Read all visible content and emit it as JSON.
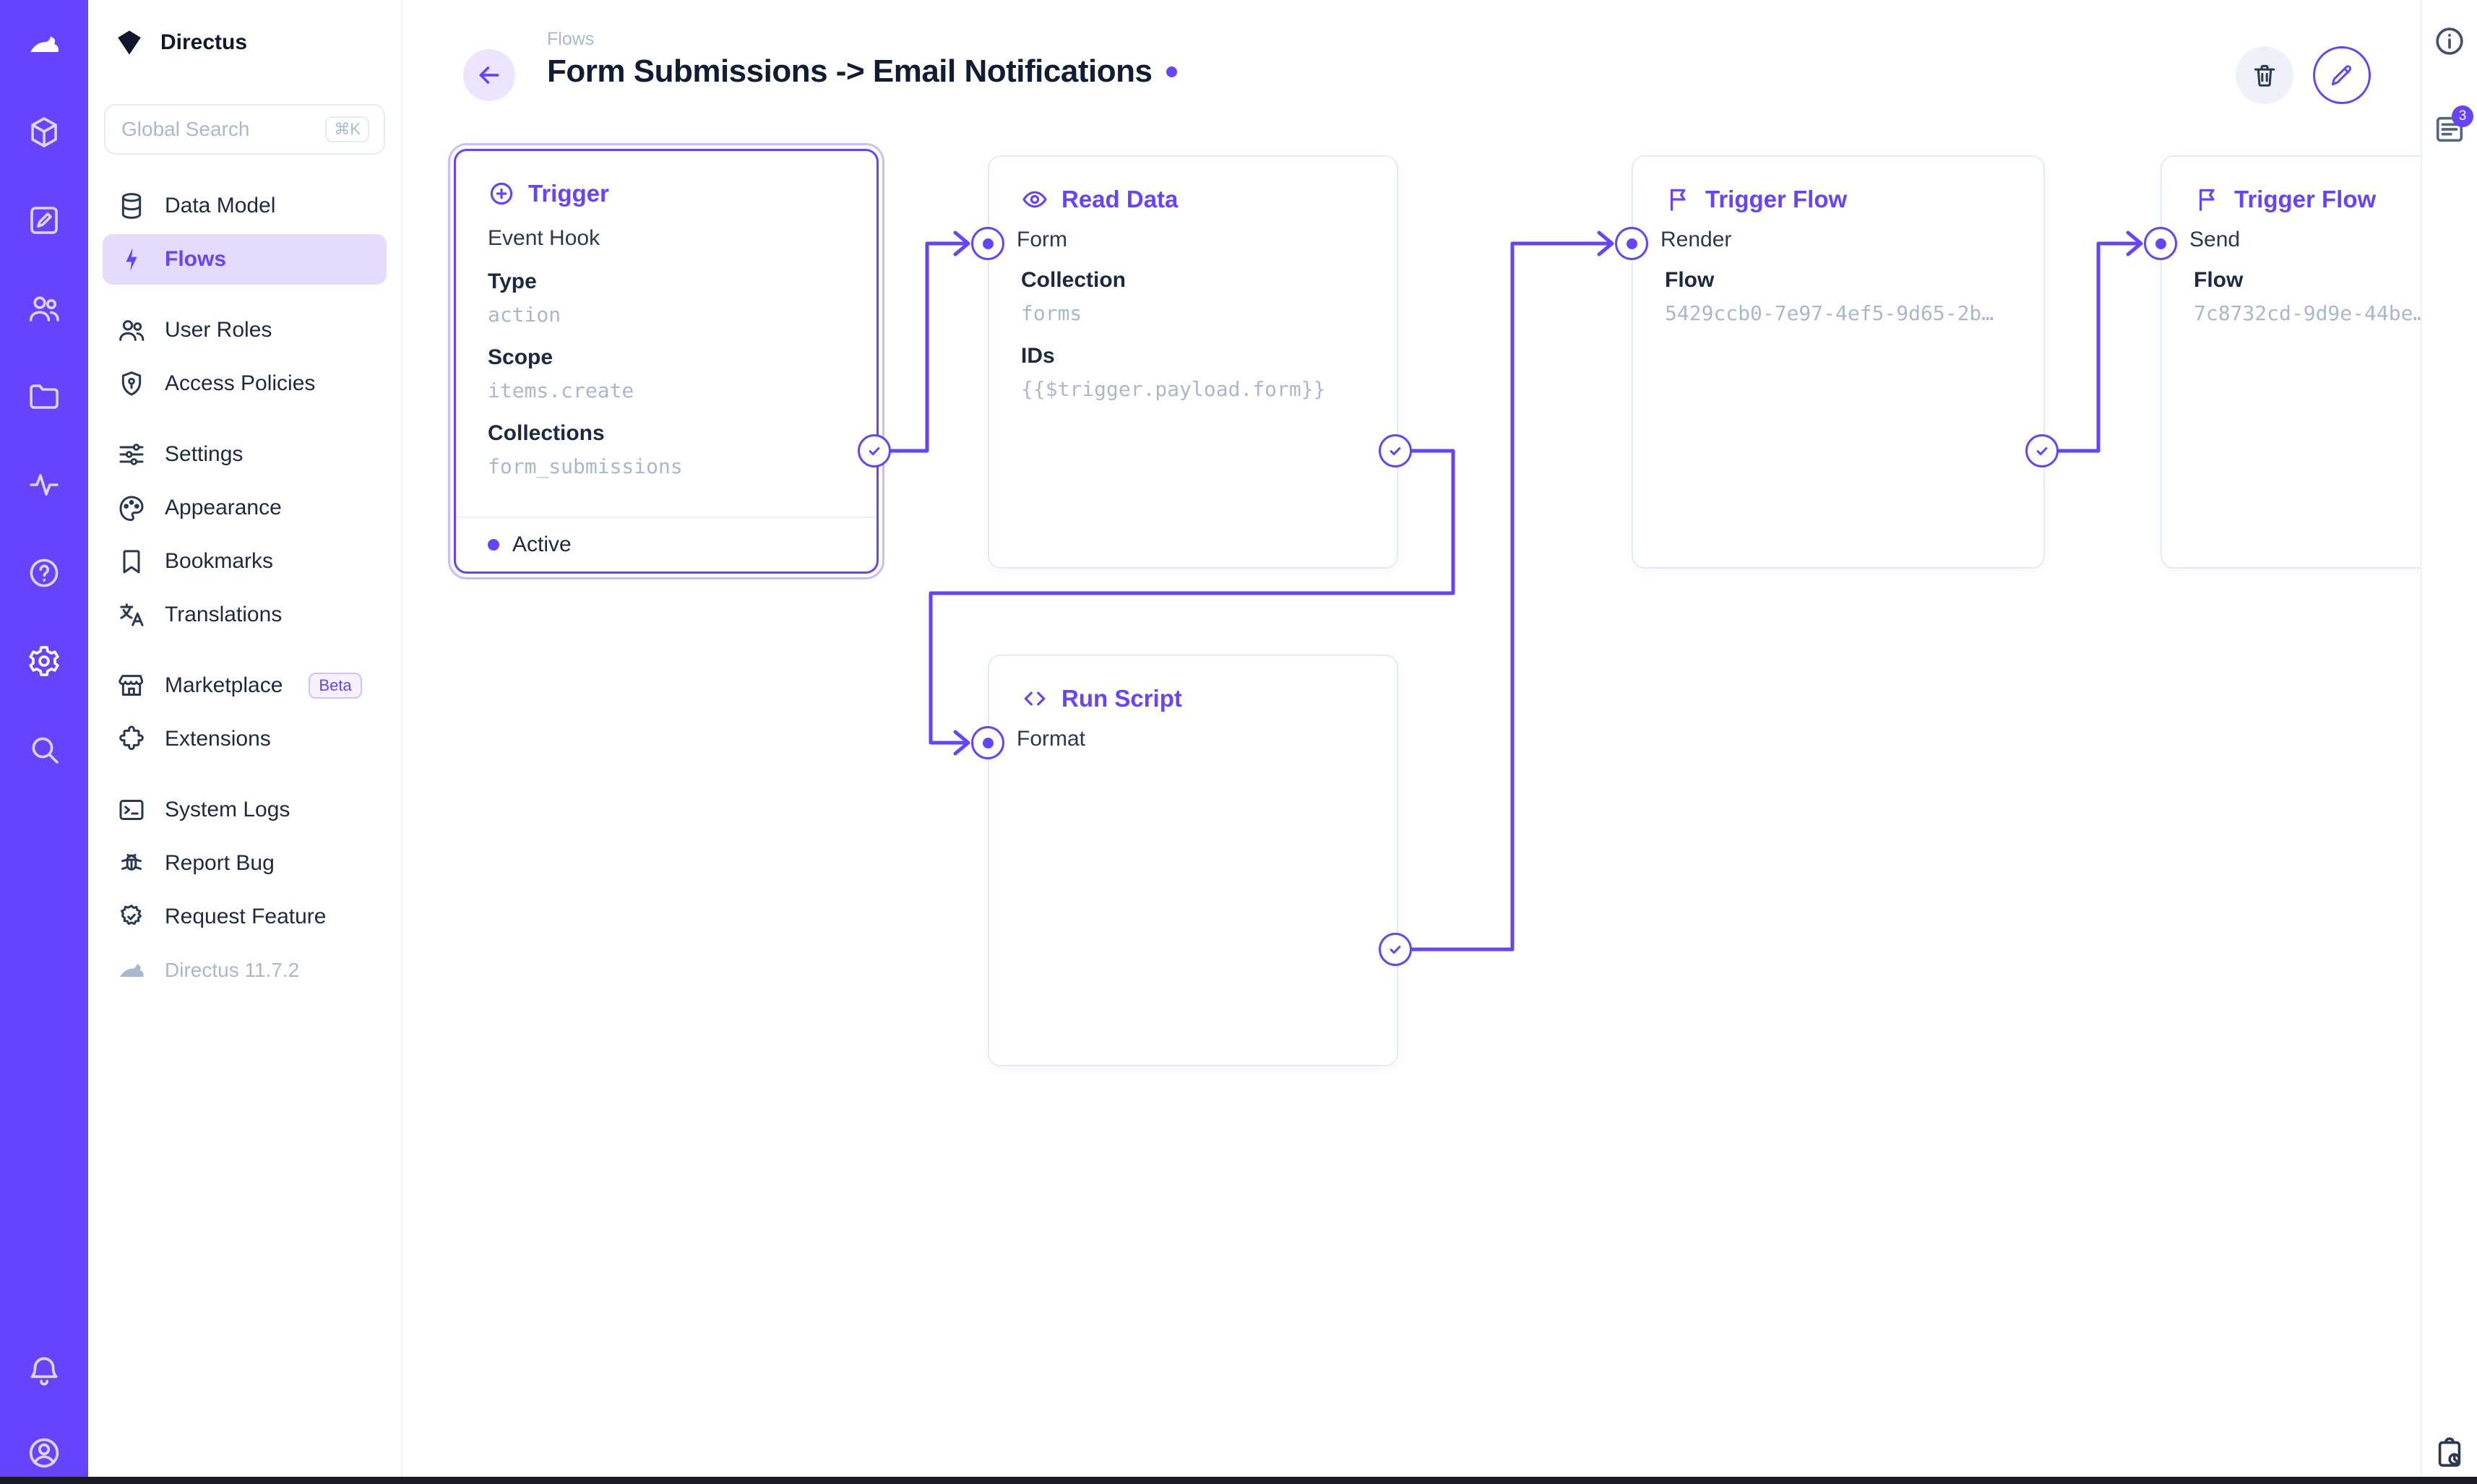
{
  "app": {
    "accent_color": "#6644FF"
  },
  "module_bar": {
    "icons": [
      "directus-logo",
      "content-module",
      "edit-module",
      "users-module",
      "files-module",
      "insights-module",
      "help-module",
      "settings-module",
      "search-module"
    ],
    "bottom_icons": [
      "notifications-bell",
      "user-avatar"
    ]
  },
  "sidebar": {
    "project_name": "Directus",
    "search": {
      "placeholder": "Global Search",
      "shortcut": "⌘K"
    },
    "groups": [
      {
        "items": [
          {
            "label": "Data Model"
          },
          {
            "label": "Flows"
          }
        ]
      },
      {
        "items": [
          {
            "label": "User Roles"
          },
          {
            "label": "Access Policies"
          }
        ]
      },
      {
        "items": [
          {
            "label": "Settings"
          },
          {
            "label": "Appearance"
          },
          {
            "label": "Bookmarks"
          },
          {
            "label": "Translations"
          }
        ]
      },
      {
        "items": [
          {
            "label": "Marketplace",
            "badge": "Beta"
          },
          {
            "label": "Extensions"
          }
        ]
      },
      {
        "items": [
          {
            "label": "System Logs"
          },
          {
            "label": "Report Bug"
          },
          {
            "label": "Request Feature"
          },
          {
            "label": "Directus 11.7.2"
          }
        ]
      }
    ]
  },
  "header": {
    "breadcrumb": "Flows",
    "title": "Form Submissions -> Email Notifications"
  },
  "right_rail": {
    "notifications_count": "3"
  },
  "canvas": {
    "cards": {
      "trigger": {
        "title": "Trigger",
        "subtitle": "Event Hook",
        "fields": [
          {
            "label": "Type",
            "value": "action"
          },
          {
            "label": "Scope",
            "value": "items.create"
          },
          {
            "label": "Collections",
            "value": "form_submissions"
          }
        ],
        "status": "Active"
      },
      "read_data": {
        "title": "Read Data",
        "input": "Form",
        "fields": [
          {
            "label": "Collection",
            "value": "forms"
          },
          {
            "label": "IDs",
            "value": "{{$trigger.payload.form}}"
          }
        ]
      },
      "trigger_flow_render": {
        "title": "Trigger Flow",
        "input": "Render",
        "fields": [
          {
            "label": "Flow",
            "value": "5429ccb0-7e97-4ef5-9d65-2b…"
          }
        ]
      },
      "trigger_flow_send": {
        "title": "Trigger Flow",
        "input": "Send",
        "fields": [
          {
            "label": "Flow",
            "value": "7c8732cd-9d9e-44be…"
          }
        ]
      },
      "run_script": {
        "title": "Run Script",
        "input": "Format"
      }
    }
  }
}
